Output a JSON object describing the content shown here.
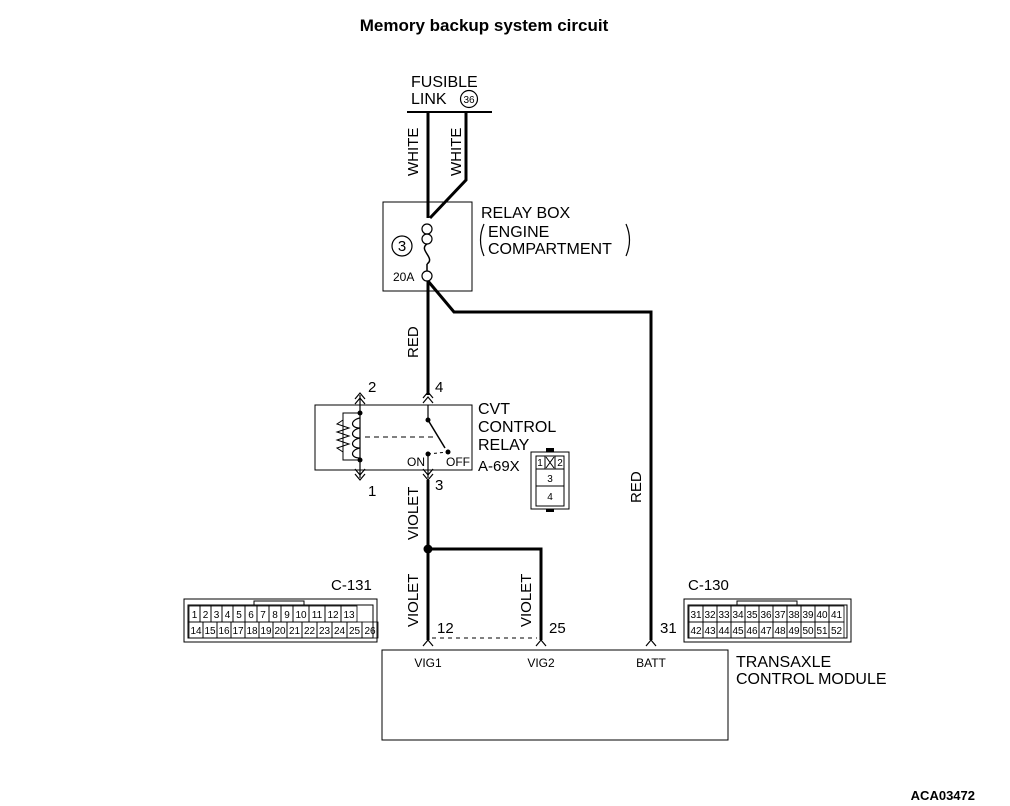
{
  "title": "Memory backup system circuit",
  "figure_id": "ACA03472",
  "fusible_link": {
    "label_line1": "FUSIBLE",
    "label_line2": "LINK",
    "number": "36"
  },
  "relay_box": {
    "label_line1": "RELAY BOX",
    "label_line2": "ENGINE",
    "label_line3": "COMPARTMENT",
    "fuse_number": "3",
    "fuse_rating": "20A"
  },
  "cvt_relay": {
    "label_line1": "CVT",
    "label_line2": "CONTROL",
    "label_line3": "RELAY",
    "connector": "A-69X",
    "pins": {
      "p1": "1",
      "p2": "2",
      "p3": "3",
      "p4": "4"
    },
    "switch_on": "ON",
    "switch_off": "OFF",
    "connector_cells": [
      "1",
      "2",
      "3",
      "4"
    ]
  },
  "wire_colors": {
    "white_left": "WHITE",
    "white_right": "WHITE",
    "red_main": "RED",
    "red_batt": "RED",
    "violet_upper": "VIOLET",
    "violet_lower": "VIOLET",
    "violet_vig2": "VIOLET"
  },
  "connectors": {
    "c131": {
      "name": "C-131",
      "row1": [
        "1",
        "2",
        "3",
        "4",
        "5",
        "6",
        "7",
        "8",
        "9",
        "10",
        "11",
        "12",
        "13"
      ],
      "row2": [
        "14",
        "15",
        "16",
        "17",
        "18",
        "19",
        "20",
        "21",
        "22",
        "23",
        "24",
        "25",
        "26"
      ]
    },
    "c130": {
      "name": "C-130",
      "row1": [
        "31",
        "32",
        "33",
        "34",
        "35",
        "36",
        "37",
        "38",
        "39",
        "40",
        "41"
      ],
      "row2": [
        "42",
        "43",
        "44",
        "45",
        "46",
        "47",
        "48",
        "49",
        "50",
        "51",
        "52"
      ]
    }
  },
  "tcm": {
    "label_line1": "TRANSAXLE",
    "label_line2": "CONTROL MODULE",
    "pin_vig1": "12",
    "pin_vig2": "25",
    "pin_batt": "31",
    "term_vig1": "VIG1",
    "term_vig2": "VIG2",
    "term_batt": "BATT"
  }
}
